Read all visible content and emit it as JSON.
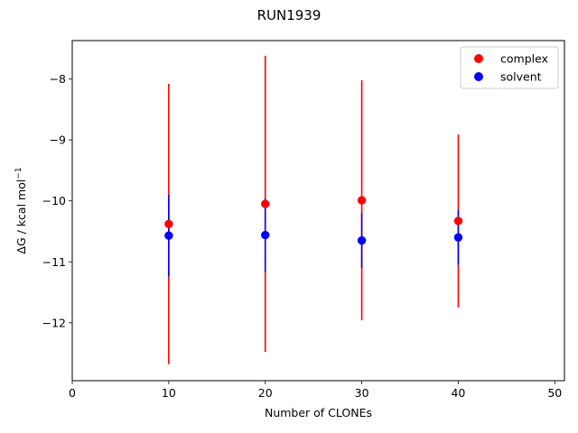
{
  "chart_data": {
    "type": "scatter",
    "title": "RUN1939",
    "xlabel": "Number of CLONEs",
    "ylabel_main": "ΔG / kcal mol",
    "ylabel_sup": "−1",
    "xlim": [
      0,
      51
    ],
    "ylim": [
      -12.95,
      -7.37
    ],
    "xticks": [
      0,
      10,
      20,
      30,
      40,
      50
    ],
    "xtick_labels": [
      "0",
      "10",
      "20",
      "30",
      "40",
      "50"
    ],
    "yticks": [
      -12,
      -11,
      -10,
      -9,
      -8
    ],
    "ytick_labels": [
      "−12",
      "−11",
      "−10",
      "−9",
      "−8"
    ],
    "grid": false,
    "legend_position": "top-right",
    "series": [
      {
        "name": "complex",
        "color": "#ff0000",
        "x": [
          10,
          20,
          30,
          40
        ],
        "y": [
          -10.38,
          -10.05,
          -9.99,
          -10.33
        ],
        "yerr": [
          2.3,
          2.43,
          1.97,
          1.42
        ]
      },
      {
        "name": "solvent",
        "color": "#0000ff",
        "x": [
          10,
          20,
          30,
          40
        ],
        "y": [
          -10.57,
          -10.56,
          -10.65,
          -10.6
        ],
        "yerr": [
          0.67,
          0.6,
          0.45,
          0.45
        ]
      }
    ]
  }
}
